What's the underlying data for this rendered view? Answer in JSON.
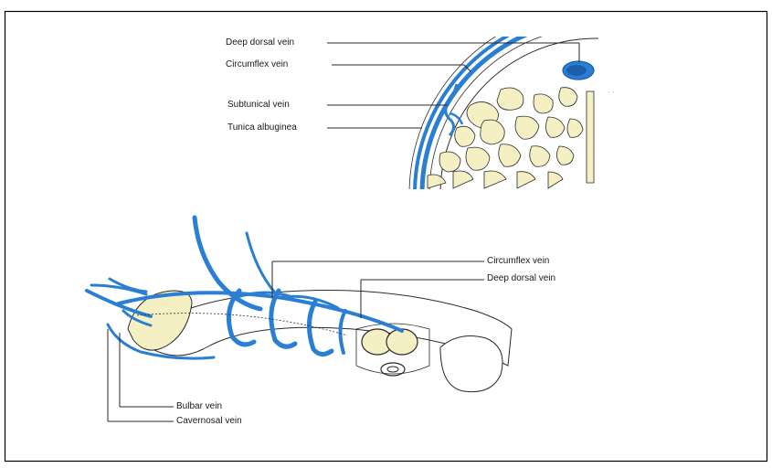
{
  "labels": {
    "cross_section": {
      "deep_dorsal_vein": "Deep dorsal vein",
      "circumflex_vein": "Circumflex vein",
      "subtunical_vein": "Subtunical vein",
      "tunica_albuginea": "Tunica albuginea"
    },
    "longitudinal": {
      "circumflex_vein": "Circumflex vein",
      "deep_dorsal_vein": "Deep dorsal vein",
      "bulbar_vein": "Bulbar vein",
      "cavernosal_vein": "Cavernosal vein"
    }
  },
  "colors": {
    "vein": "#2a7fd4",
    "vein_dark": "#1c5fa8",
    "tissue": "#f4f0c4",
    "outline": "#2a2a2a",
    "border": "#000000"
  }
}
